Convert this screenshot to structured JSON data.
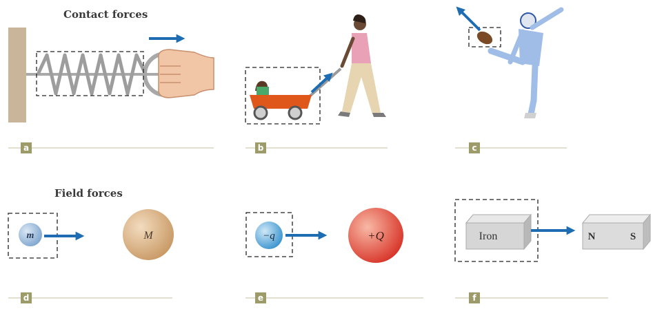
{
  "headings": {
    "contact": "Contact forces",
    "field": "Field forces"
  },
  "panels": [
    "a",
    "b",
    "c",
    "d",
    "e",
    "f"
  ],
  "symbols": {
    "m": "m",
    "M": "M",
    "neg_q": "−q",
    "pos_Q": "+Q"
  },
  "magnet": {
    "iron": "Iron",
    "north": "N",
    "south": "S"
  },
  "colors": {
    "arrow": "#1e6db2",
    "label_bg": "#9c9b69",
    "divider": "#cfceb5",
    "wagon": "#e0571c",
    "charge_red": "#e2483a",
    "charge_blue": "#5fa9d6",
    "mass_small": "#8eb3d8",
    "mass_large": "#d9ad7e"
  }
}
